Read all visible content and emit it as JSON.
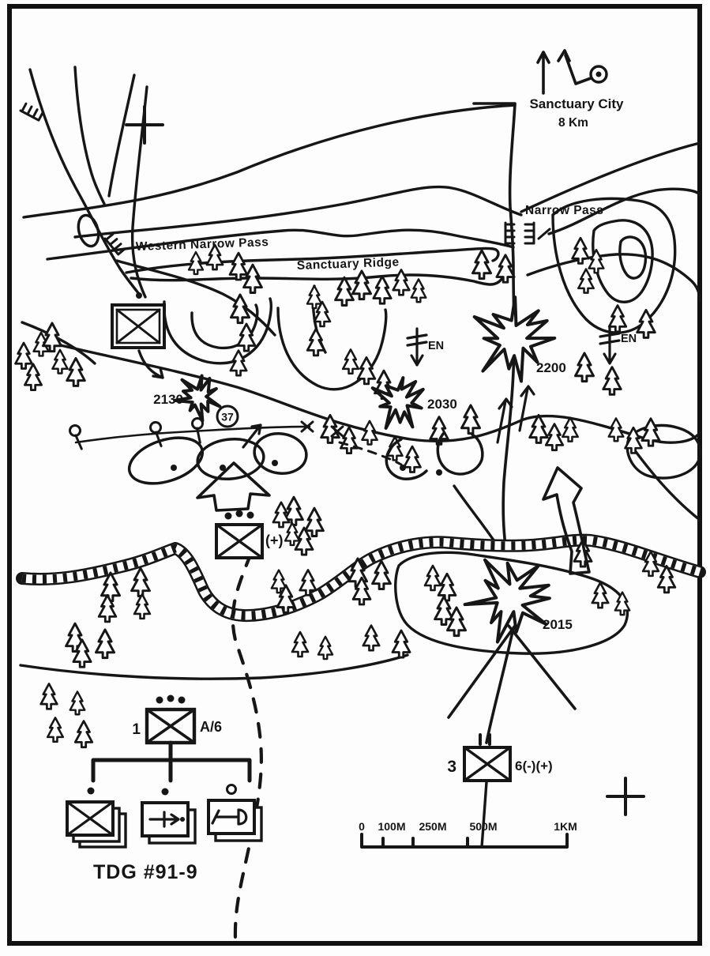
{
  "map": {
    "frame_title": "TDG #91-9",
    "city": {
      "name": "Sanctuary City",
      "distance": "8 Km"
    },
    "places": {
      "western_pass": "Western Narrow Pass",
      "sanctuary_ridge": "Sanctuary Ridge",
      "narrow_pass": "Narrow Pass"
    },
    "checkpoints": {
      "c2130": "2130",
      "c2030": "2030",
      "c2200": "2200",
      "c2015": "2015"
    },
    "circled_point": "37",
    "enemy": "EN",
    "units": {
      "platoon_plus": "(+)",
      "battalion_left": "3",
      "battalion_right": "6(-)(+)",
      "org_left": "1",
      "org_right": "A/6"
    },
    "scale": {
      "zero": "0",
      "m100": "100M",
      "m250": "250M",
      "m500": "500M",
      "km1": "1KM"
    }
  }
}
